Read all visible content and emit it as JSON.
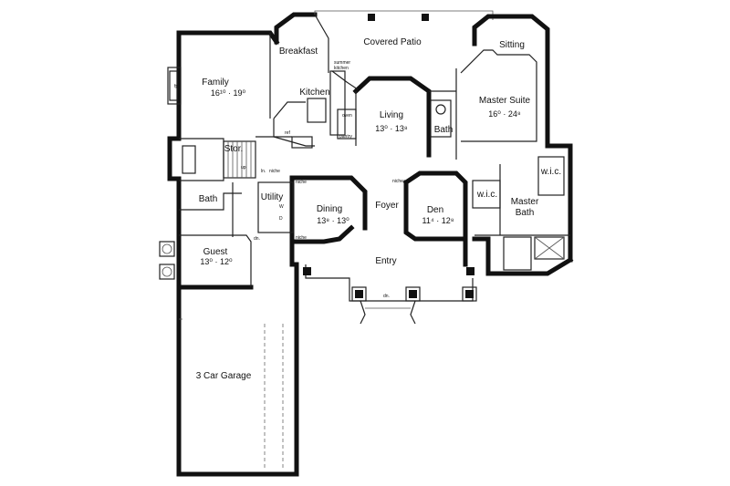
{
  "rooms": {
    "family": {
      "name": "Family",
      "dims": "16¹⁰ · 19⁰"
    },
    "breakfast": {
      "name": "Breakfast"
    },
    "covered_patio": {
      "name": "Covered Patio"
    },
    "sitting": {
      "name": "Sitting"
    },
    "kitchen": {
      "name": "Kitchen"
    },
    "living": {
      "name": "Living",
      "dims": "13⁰ · 13⁸"
    },
    "bath1": {
      "name": "Bath"
    },
    "master_suite": {
      "name": "Master Suite",
      "dims": "16⁰ · 24⁸"
    },
    "stor": {
      "name": "Stor."
    },
    "utility": {
      "name": "Utility"
    },
    "dining": {
      "name": "Dining",
      "dims": "13⁸ · 13⁰"
    },
    "foyer": {
      "name": "Foyer"
    },
    "den": {
      "name": "Den",
      "dims": "11⁴ · 12⁸"
    },
    "wic1": {
      "name": "w.i.c."
    },
    "wic2": {
      "name": "w.i.c."
    },
    "master_bath": {
      "name": "Master\nBath",
      "line1": "Master",
      "line2": "Bath"
    },
    "bath2": {
      "name": "Bath"
    },
    "guest": {
      "name": "Guest",
      "dims": "13⁰ · 12⁰"
    },
    "entry": {
      "name": "Entry"
    },
    "garage": {
      "name": "3 Car Garage"
    }
  },
  "annotations": {
    "fp": "fp",
    "summer_kitchen_1": "summer",
    "summer_kitchen_2": "kitchen",
    "oven": "oven",
    "pantry": "pantry",
    "ref": "ref",
    "up": "up",
    "ln": "ln.",
    "niche1": "niche",
    "niche2": "niche",
    "niche3": "niche",
    "niche4": "niche",
    "dn1": "dn.",
    "dn2": "dn.",
    "w": "W",
    "d": "D"
  },
  "colors": {
    "wall": "#111111",
    "line": "#222222",
    "background": "#ffffff"
  }
}
